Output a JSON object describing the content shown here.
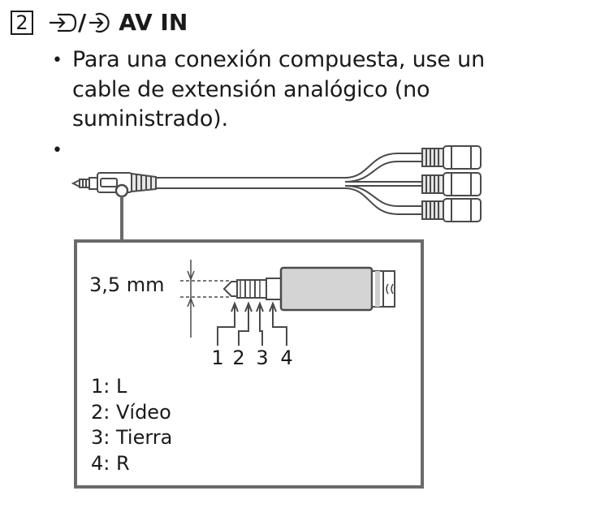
{
  "heading": {
    "number": "2",
    "separator": "/",
    "title": "AV IN"
  },
  "bullets": [
    {
      "marker": "•",
      "text": "Para una conexión compuesta, use un cable de extensión analógico (no suministrado)."
    },
    {
      "marker": "•"
    }
  ],
  "diagram": {
    "plug_size_label": "3,5 mm",
    "pins": [
      "1",
      "2",
      "3",
      "4"
    ],
    "legend": [
      "1: L",
      "2: Vídeo",
      "3: Tierra",
      "4: R"
    ]
  },
  "icons": {
    "input_icon": "input-arrow-icon",
    "input_icon_2": "input-circle-arrow-icon",
    "cable": "av-cable-illustration",
    "plug_detail": "minijack-plug-detail"
  }
}
